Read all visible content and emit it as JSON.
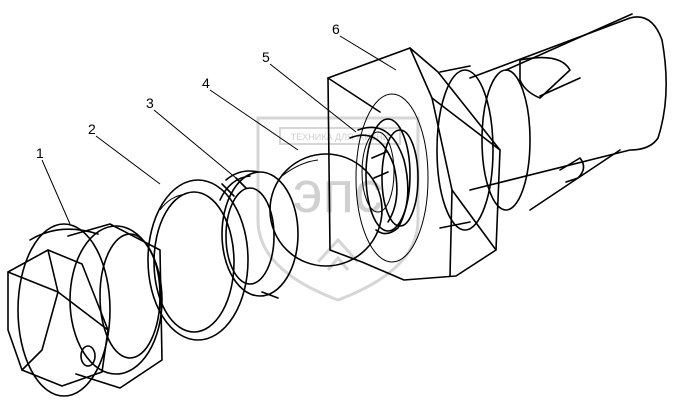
{
  "figure": {
    "callouts": [
      {
        "id": "part-1",
        "label": "1"
      },
      {
        "id": "part-2",
        "label": "2"
      },
      {
        "id": "part-3",
        "label": "3"
      },
      {
        "id": "part-4",
        "label": "4"
      },
      {
        "id": "part-5",
        "label": "5"
      },
      {
        "id": "part-6",
        "label": "6"
      }
    ]
  },
  "watermark": {
    "logo_text": "эпс",
    "banner_text": "ТЕХНИКА ДЛЯ ЖИЗНИ",
    "color": "#d0d0d0"
  }
}
